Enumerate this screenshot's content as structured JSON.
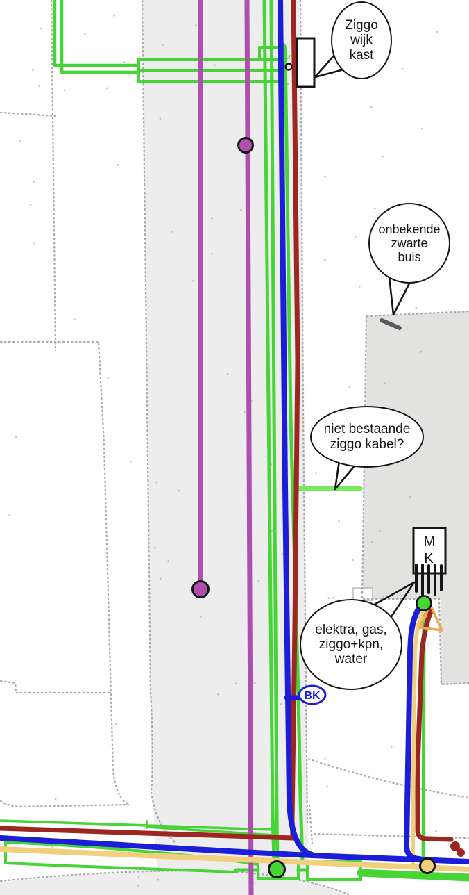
{
  "balloons": {
    "ziggo_kast": {
      "lines": [
        "Ziggo",
        "wijk",
        "kast"
      ]
    },
    "onbekende_buis": {
      "lines": [
        "onbekende",
        "zwarte",
        "buis"
      ]
    },
    "niet_bestaande": {
      "lines": [
        "niet bestaande",
        "ziggo kabel?"
      ]
    },
    "aansluitingen": {
      "lines": [
        "elektra, gas,",
        "ziggo+kpn,",
        "water"
      ]
    }
  },
  "symbols": {
    "cabinet_label_top": "M",
    "cabinet_label_bottom": "K",
    "valve_label": "BK"
  },
  "colors": {
    "ink": "#151515",
    "purple": "#ad4fad",
    "green": "#46d437",
    "green-light": "#77ea5c",
    "blue": "#1b1dd8",
    "darkred": "#9c2720",
    "yellow": "#f0cf7e",
    "orange": "#eaaa52",
    "strip": "#ededed",
    "building": "#e2e2e1",
    "hatch": "#9e9e9e",
    "pipe-dark": "#5a5a5a"
  }
}
